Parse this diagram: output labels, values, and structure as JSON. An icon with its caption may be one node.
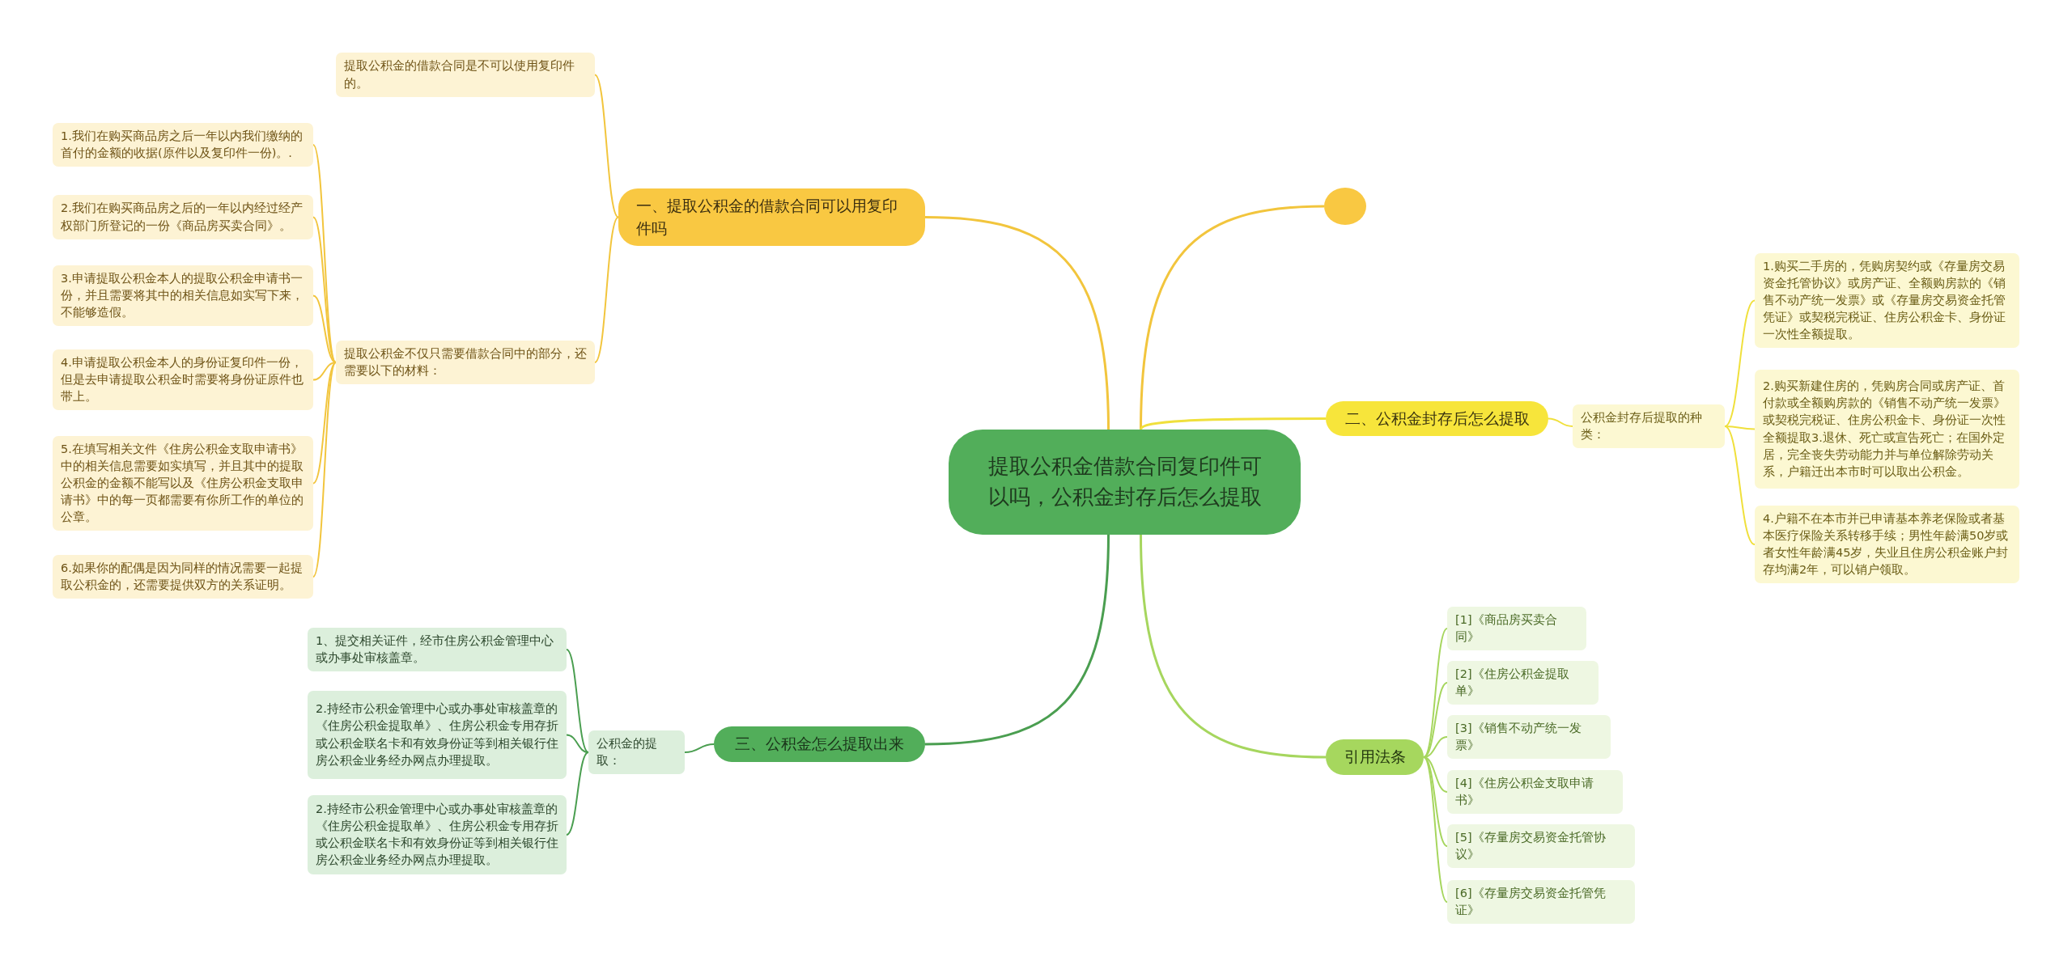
{
  "diagram": {
    "nodes": [
      {
        "text": [
          "提取公积金借款合同复印件可以吗，公积金封存后怎么提取"
        ]
      },
      {
        "text": [
          "一、提取公积金的借款合同可以用复印件吗"
        ]
      },
      {
        "text": [
          "提取公积金的借款合同是不可以使用复印件的。"
        ]
      },
      {
        "text": [
          "提取公积金不仅只需要借款合同中的部分，还需要以下的材料："
        ]
      },
      {
        "text": [
          "1.我们在购买商品房之后一年以内我们缴纳的首付的金额的收据(原件以及复印件一份)。."
        ]
      },
      {
        "text": [
          "2.我们在购买商品房之后的一年以内经过经产权部门所登记的一份《商品房买卖合同》。"
        ]
      },
      {
        "text": [
          "3.申请提取公积金本人的提取公积金申请书一份，并且需要将其中的相关信息如实写下来，不能够造假。"
        ]
      },
      {
        "text": [
          "4.申请提取公积金本人的身份证复印件一份，但是去申请提取公积金时需要将身份证原件也带上。"
        ]
      },
      {
        "text": [
          "5.在填写相关文件《住房公积金支取申请书》中的相关信息需要如实填写，并且其中的提取公积金的金额不能写以及《住房公积金支取申请书》中的每一页都需要有你所工作的单位的公章。"
        ]
      },
      {
        "text": [
          "6.如果你的配偶是因为同样的情况需要一起提取公积金的，还需要提供双方的关系证明。"
        ]
      },
      {
        "text": [],
        "shape": "circle"
      },
      {
        "text": [
          "二、公积金封存后怎么提取"
        ]
      },
      {
        "text": [
          "公积金封存后提取的种类："
        ]
      },
      {
        "text": [
          "1.购买二手房的，凭购房契约或《存量房交易资金托管协议》或房产证、全额购房款的《销售不动产统一发票》或《存量房交易资金托管凭证》或契税完税证、住房公积金卡、身份证一次性全额提取。"
        ]
      },
      {
        "text": [
          "2.购买新建住房的，凭购房合同或房产证、首付款或全额购房款的《销售不动产统一发票》或契税完税证、住房公积金卡、身份证一次性全额提取3.退休、死亡或宣告死亡；在国外定居，完全丧失劳动能力并与单位解除劳动关系，户籍迁出本市时可以取出公积金。"
        ]
      },
      {
        "text": [
          "4.户籍不在本市并已申请基本养老保险或者基本医疗保险关系转移手续；男性年龄满50岁或者女性年龄满45岁，失业且住房公积金账户封存均满2年，可以销户领取。"
        ]
      },
      {
        "text": [
          "三、公积金怎么提取出来"
        ]
      },
      {
        "text": [
          "公积金的提取："
        ]
      },
      {
        "text": [
          "1、提交相关证件，经市住房公积金管理中心或办事处审核盖章。"
        ]
      },
      {
        "text": [
          "2.持经市公积金管理中心或办事处审核盖章的《住房公积金提取单》、住房公积金专用存折或公积金联名卡和有效身份证等到相关银行住房公积金业务经办网点办理提取。"
        ]
      },
      {
        "text": [
          "2.持经市公积金管理中心或办事处审核盖章的《住房公积金提取单》、住房公积金专用存折或公积金联名卡和有效身份证等到相关银行住房公积金业务经办网点办理提取。"
        ]
      },
      {
        "text": [
          "引用法条"
        ]
      },
      {
        "text": [
          "[1]《商品房买卖合同》"
        ]
      },
      {
        "text": [
          "[2]《住房公积金提取单》"
        ]
      },
      {
        "text": [
          "[3]《销售不动产统一发票》"
        ]
      },
      {
        "text": [
          "[4]《住房公积金支取申请书》"
        ]
      },
      {
        "text": [
          "[5]《存量房交易资金托管协议》"
        ]
      },
      {
        "text": [
          "[6]《存量房交易资金托管凭证》"
        ]
      }
    ],
    "edges": [
      {
        "from": 0,
        "to": 1,
        "arrow": "none"
      },
      {
        "from": 1,
        "to": 2,
        "arrow": "none"
      },
      {
        "from": 1,
        "to": 3,
        "arrow": "none"
      },
      {
        "from": 3,
        "to": 4,
        "arrow": "none"
      },
      {
        "from": 3,
        "to": 5,
        "arrow": "none"
      },
      {
        "from": 3,
        "to": 6,
        "arrow": "none"
      },
      {
        "from": 3,
        "to": 7,
        "arrow": "none"
      },
      {
        "from": 3,
        "to": 8,
        "arrow": "none"
      },
      {
        "from": 3,
        "to": 9,
        "arrow": "none"
      },
      {
        "from": 0,
        "to": 10,
        "arrow": "none"
      },
      {
        "from": 0,
        "to": 11,
        "arrow": "none",
        "color": "#f0e03c"
      },
      {
        "from": 11,
        "to": 12,
        "arrow": "none",
        "color": "#f0e03c"
      },
      {
        "from": 12,
        "to": 13,
        "arrow": "none",
        "color": "#f0e03c"
      },
      {
        "from": 12,
        "to": 14,
        "arrow": "none",
        "color": "#f0e03c"
      },
      {
        "from": 12,
        "to": 15,
        "arrow": "none",
        "color": "#f0e03c"
      },
      {
        "from": 0,
        "to": 16,
        "arrow": "none",
        "color": "#4a9e50"
      },
      {
        "from": 16,
        "to": 17,
        "arrow": "none",
        "color": "#4a9e50"
      },
      {
        "from": 17,
        "to": 18,
        "arrow": "none",
        "color": "#4a9e50"
      },
      {
        "from": 17,
        "to": 19,
        "arrow": "none",
        "color": "#4a9e50"
      },
      {
        "from": 17,
        "to": 20,
        "arrow": "none",
        "color": "#4a9e50"
      },
      {
        "from": 0,
        "to": 21,
        "arrow": "none",
        "color": "#a6d65e"
      },
      {
        "from": 21,
        "to": 22,
        "arrow": "none",
        "color": "#a6d65e"
      },
      {
        "from": 21,
        "to": 23,
        "arrow": "none",
        "color": "#a6d65e"
      },
      {
        "from": 21,
        "to": 24,
        "arrow": "none",
        "color": "#a6d65e"
      },
      {
        "from": 21,
        "to": 25,
        "arrow": "none",
        "color": "#a6d65e"
      },
      {
        "from": 21,
        "to": 26,
        "arrow": "none",
        "color": "#a6d65e"
      },
      {
        "from": 21,
        "to": 27,
        "arrow": "none",
        "color": "#a6d65e"
      }
    ]
  }
}
